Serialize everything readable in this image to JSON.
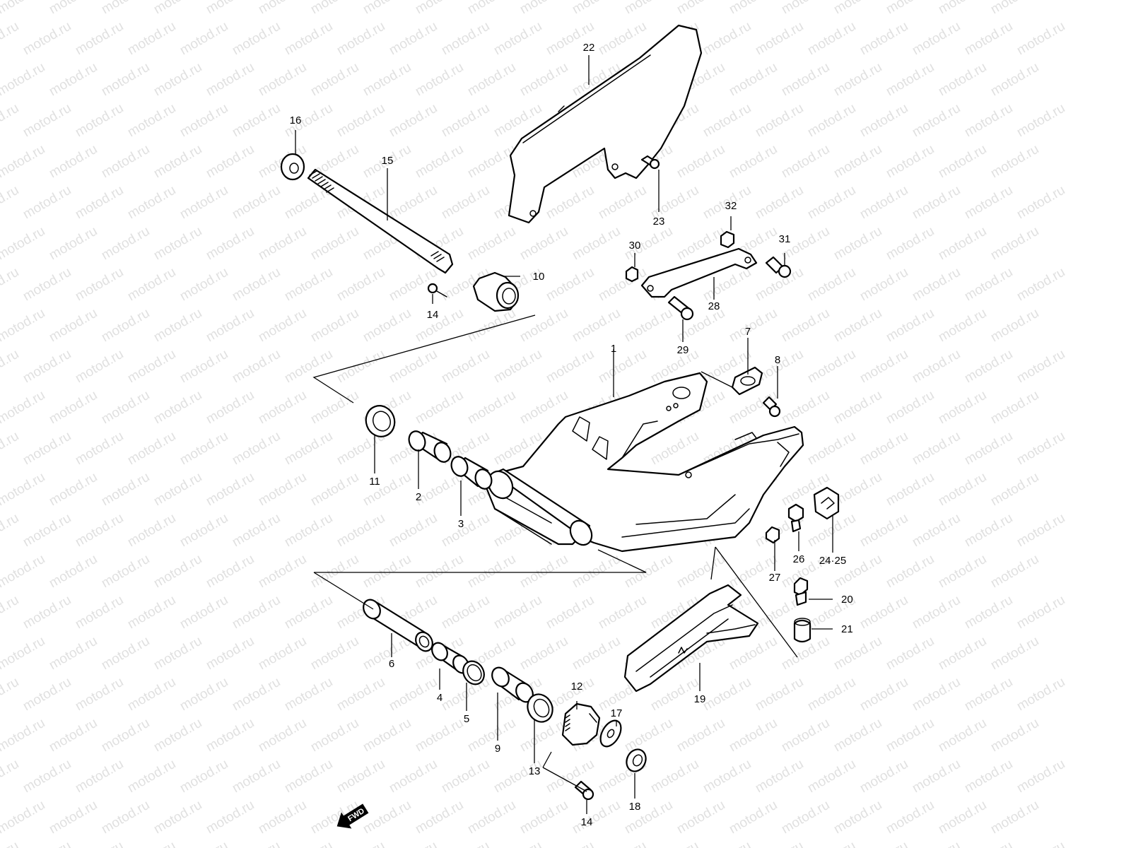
{
  "watermark": "motod.ru",
  "fwd_label": "FWD",
  "callouts": {
    "c1": "1",
    "c2": "2",
    "c3": "3",
    "c4": "4",
    "c5": "5",
    "c6": "6",
    "c7": "7",
    "c8": "8",
    "c9": "9",
    "c10": "10",
    "c11": "11",
    "c12": "12",
    "c13": "13",
    "c14a": "14",
    "c14b": "14",
    "c15": "15",
    "c16": "16",
    "c17": "17",
    "c18": "18",
    "c19": "19",
    "c20": "20",
    "c21": "21",
    "c22": "22",
    "c23": "23",
    "c24_25": "24·25",
    "c26": "26",
    "c27": "27",
    "c28": "28",
    "c29": "29",
    "c30": "30",
    "c31": "31",
    "c32": "32"
  },
  "colors": {
    "line": "#000000",
    "watermark": "#c7c7c7",
    "background": "#ffffff"
  }
}
